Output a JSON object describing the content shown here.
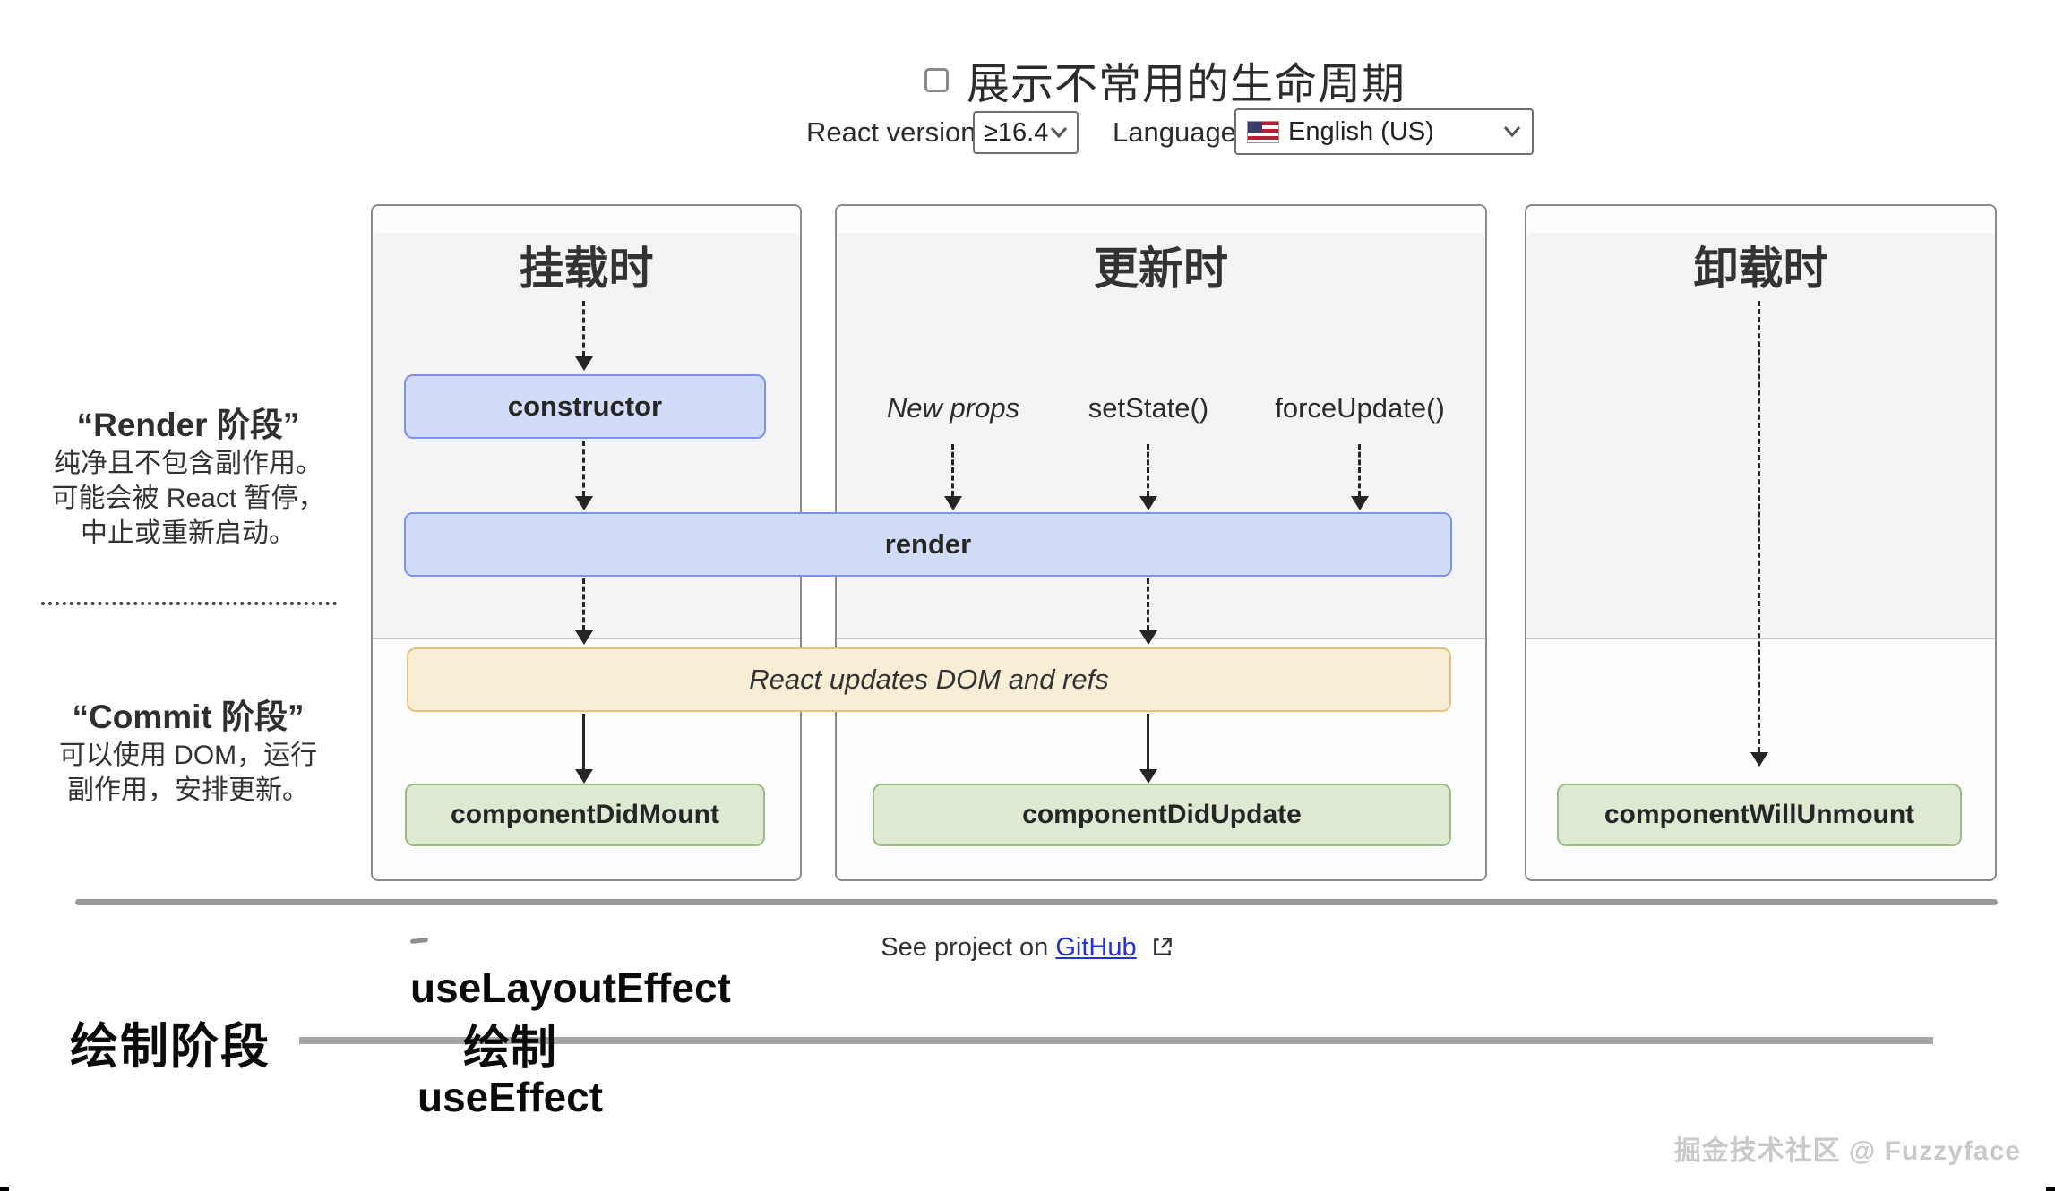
{
  "header": {
    "title": "展示不常用的生命周期",
    "react_version_label": "React version",
    "react_version_value": "≥16.4",
    "language_label": "Language",
    "language_value": "English (US)"
  },
  "phase_notes": {
    "render": {
      "title": "“Render 阶段”",
      "lines": [
        "纯净且不包含副作用。",
        "可能会被 React 暂停，",
        "中止或重新启动。"
      ]
    },
    "commit": {
      "title": "“Commit 阶段”",
      "lines": [
        "可以使用 DOM，运行",
        "副作用，安排更新。"
      ]
    }
  },
  "columns": {
    "mounting": {
      "header": "挂载时"
    },
    "updating": {
      "header": "更新时",
      "triggers": [
        "New props",
        "setState()",
        "forceUpdate()"
      ]
    },
    "unmounting": {
      "header": "卸载时"
    }
  },
  "boxes": {
    "constructor": "constructor",
    "render": "render",
    "react_updates": "React updates DOM and refs",
    "component_did_mount": "componentDidMount",
    "component_did_update": "componentDidUpdate",
    "component_will_unmount": "componentWillUnmount"
  },
  "footer": {
    "see_project_prefix": "See project on",
    "github_label": "GitHub"
  },
  "annotations": {
    "paint_phase": "绘制阶段",
    "use_layout_effect": "useLayoutEffect",
    "paint": "绘制",
    "use_effect": "useEffect"
  },
  "watermark": {
    "text": "掘金技术社区 @ Fuzzyface"
  },
  "colors": {
    "blue_fill": "#d2dcf9",
    "blue_border": "#7d92ea",
    "yellow_fill": "#f8eed5",
    "yellow_border": "#e0c382",
    "green_fill": "#dde9d2",
    "green_border": "#9cba83",
    "link_blue": "#2433cf",
    "panel_gray": "#f4f4f6"
  }
}
